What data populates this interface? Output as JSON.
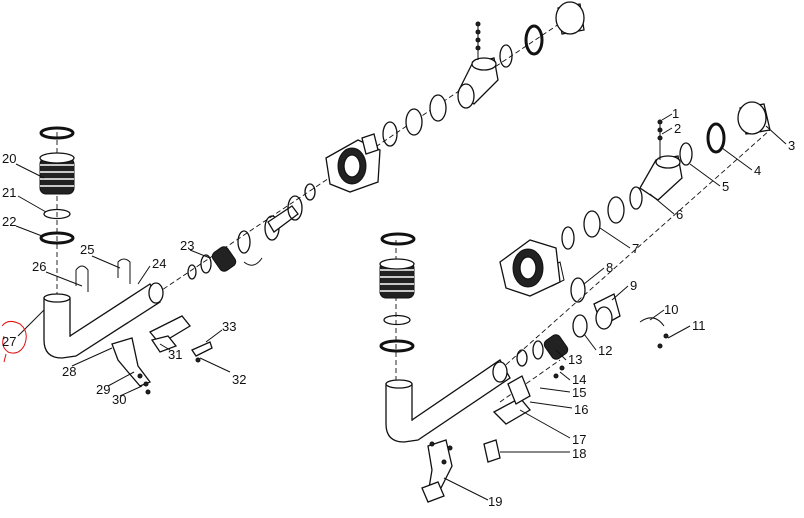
{
  "diagram": {
    "labels": [
      "1",
      "2",
      "3",
      "4",
      "5",
      "6",
      "7",
      "8",
      "9",
      "10",
      "11",
      "12",
      "13",
      "14",
      "15",
      "16",
      "17",
      "18",
      "19",
      "20",
      "21",
      "22",
      "23",
      "24",
      "25",
      "26",
      "27",
      "28",
      "29",
      "30",
      "31",
      "32",
      "33"
    ],
    "markup_color": "#e01010",
    "line_color": "#111111"
  }
}
